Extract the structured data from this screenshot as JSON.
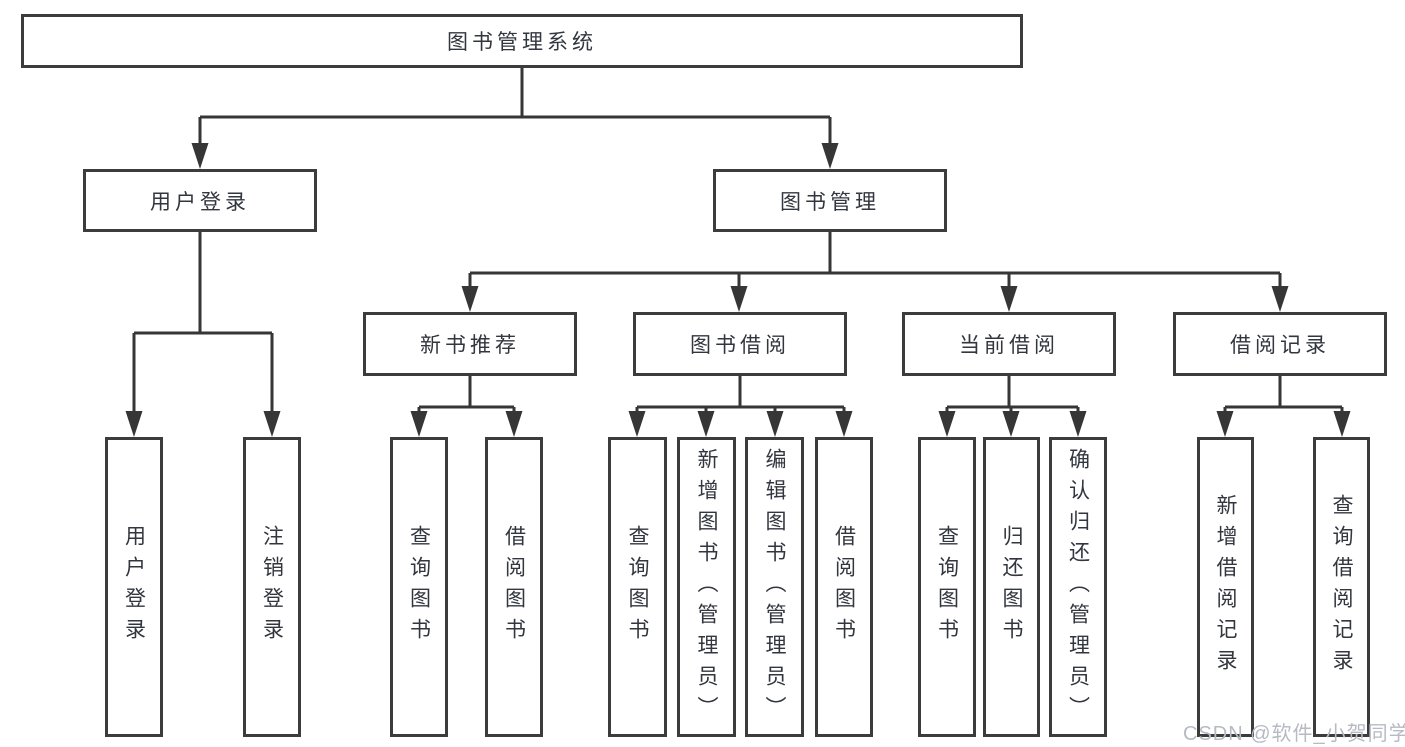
{
  "title": "图书管理系统",
  "watermark": "CSDN @软件_小贺同学",
  "colors": {
    "background": "#ffffff",
    "box_border": "#3c3c3c",
    "connector_line": "#363636",
    "text": "#32363e",
    "watermark": "#b6bac3"
  },
  "nodes": {
    "root": "图书管理系统",
    "userLogin": "用户登录",
    "bookMgmt": "图书管理",
    "newBookRec": "新书推荐",
    "bookBorrow": "图书借阅",
    "currentBorrow": "当前借阅",
    "borrowRecord": "借阅记录",
    "leafUserLogin": "用户登录",
    "leafLogout": "注销登录",
    "leafNbrQuery": "查询图书",
    "leafNbrBorrow": "借阅图书",
    "leafBbQuery": "查询图书",
    "leafBbAdd": "新增图书（管理员）",
    "leafBbEdit": "编辑图书（管理员）",
    "leafBbBorrow": "借阅图书",
    "leafCbQuery": "查询图书",
    "leafCbReturn": "归还图书",
    "leafCbConfirm": "确认归还（管理员）",
    "leafBrAdd": "新增借阅记录",
    "leafBrQuery": "查询借阅记录"
  }
}
